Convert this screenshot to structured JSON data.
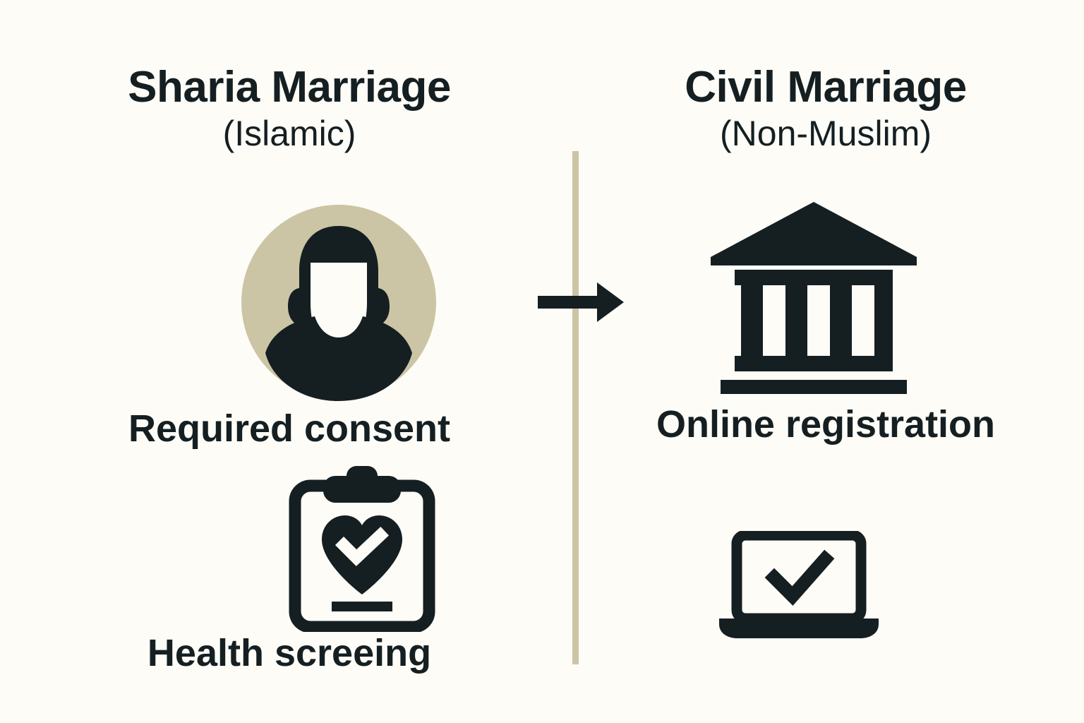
{
  "canvas": {
    "background_color": "#FDFCF7",
    "ink_color": "#151F22",
    "accent_color": "#CBC5A5"
  },
  "divider": {
    "name": "vertical-divider",
    "color": "#CBC5A5"
  },
  "arrow": {
    "name": "right-arrow",
    "direction": "right",
    "color": "#151F22"
  },
  "columns": {
    "left": {
      "title": "Sharia Marriage",
      "subtitle": "(Islamic)",
      "items": [
        {
          "icon": "avatar-person-icon",
          "label": "Required consent"
        },
        {
          "icon": "clipboard-heart-check-icon",
          "label": "Health screeing"
        }
      ]
    },
    "right": {
      "title": "Civil Marriage",
      "subtitle": "(Non-Muslim)",
      "items": [
        {
          "icon": "bank-courthouse-icon",
          "label": "Online registration"
        },
        {
          "icon": "laptop-check-icon",
          "label": ""
        }
      ]
    }
  }
}
